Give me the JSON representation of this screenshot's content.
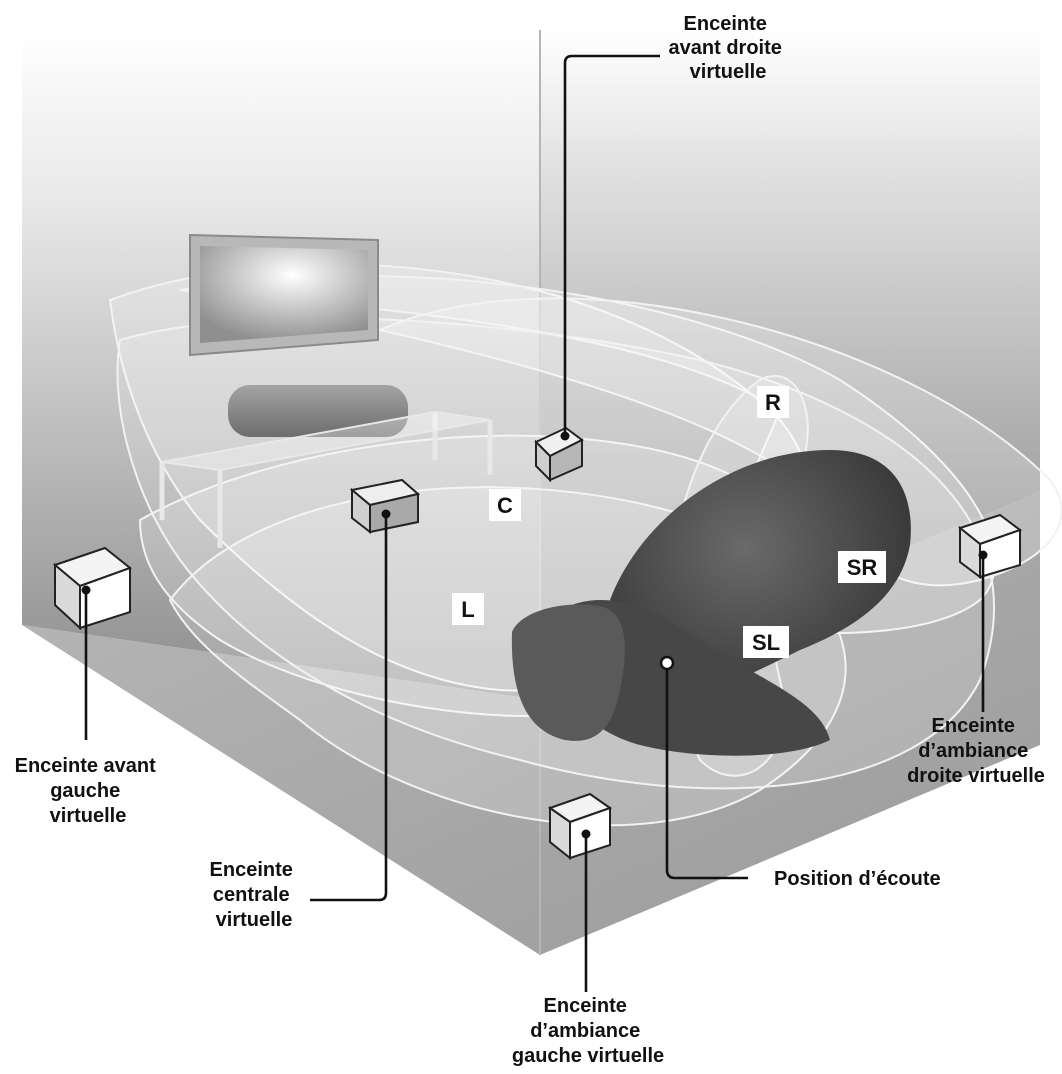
{
  "labels": {
    "front_right": [
      "Enceinte",
      "avant droite",
      "virtuelle"
    ],
    "front_left": [
      "Enceinte avant",
      "gauche",
      "virtuelle"
    ],
    "center": [
      "Enceinte",
      "centrale",
      "virtuelle"
    ],
    "surround_left": [
      "Enceinte",
      "d’ambiance",
      "gauche virtuelle"
    ],
    "surround_right": [
      "Enceinte",
      "d’ambiance",
      "droite virtuelle"
    ],
    "listening_position": "Position d’écoute"
  },
  "channels": {
    "R": "R",
    "C": "C",
    "L": "L",
    "SR": "SR",
    "SL": "SL"
  },
  "colors": {
    "wall_top": "#f2f2f2",
    "wall_bottom": "#8a8a8a",
    "floor": "#a8a8a8",
    "sofa": "#3e3e3e",
    "ink": "#111111"
  }
}
